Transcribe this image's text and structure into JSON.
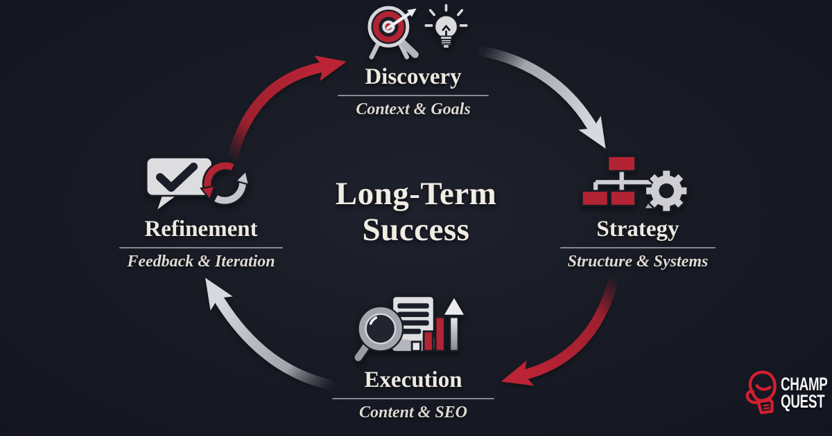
{
  "diagram": {
    "center_title": {
      "line1": "Long-Term",
      "line2": "Success"
    },
    "stages": {
      "discovery": {
        "title": "Discovery",
        "subtitle": "Context & Goals",
        "position": "top"
      },
      "strategy": {
        "title": "Strategy",
        "subtitle": "Structure & Systems",
        "position": "right"
      },
      "execution": {
        "title": "Execution",
        "subtitle": "Content & SEO",
        "position": "bottom"
      },
      "refinement": {
        "title": "Refinement",
        "subtitle": "Feedback & Iteration",
        "position": "left"
      }
    },
    "flow": [
      {
        "from": "Refinement",
        "to": "Discovery",
        "arrow_color": "red"
      },
      {
        "from": "Discovery",
        "to": "Strategy",
        "arrow_color": "silver"
      },
      {
        "from": "Strategy",
        "to": "Execution",
        "arrow_color": "red"
      },
      {
        "from": "Execution",
        "to": "Refinement",
        "arrow_color": "silver"
      }
    ],
    "flow_direction": "clockwise"
  },
  "icons": {
    "discovery": "target-dart-and-lightbulb",
    "strategy": "org-chart-and-gear",
    "execution": "magnifier-report-and-growth-bars",
    "refinement": "feedback-bubble-and-sync-arrows",
    "logo": "boxing-glove"
  },
  "logo": {
    "line1": "CHAMP",
    "line2": "QUEST"
  },
  "colors": {
    "background": "#171a23",
    "accent_red": "#b22433",
    "silver": "#c9c9d1",
    "text_primary": "#ede9e1",
    "text_secondary": "#dedad2",
    "logo_red": "#d21f30"
  }
}
